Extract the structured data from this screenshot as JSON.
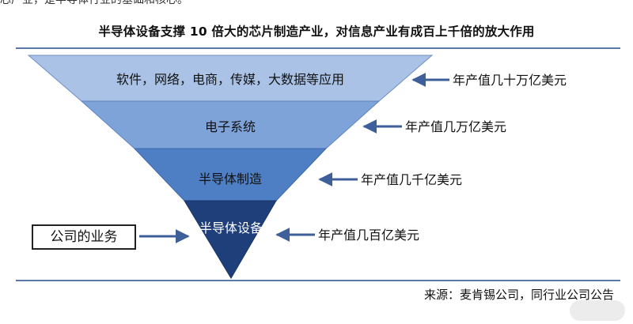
{
  "top_fragment": "芯产业，是半导体行业的基础和核心。",
  "title": "半导体设备支撑 10 倍大的芯片制造产业，对信息产业有成百上千倍的放大作用",
  "tiers": [
    {
      "label": "软件，网络，电商，传媒，大数据等应用",
      "value": "年产值几十万亿美元",
      "color": "#a9c2e6"
    },
    {
      "label": "电子系统",
      "value": "年产值几万亿美元",
      "color": "#7ea3d9"
    },
    {
      "label": "半导体制造",
      "value": "年产值几千亿美元",
      "color": "#4e7fc4"
    },
    {
      "label": "半导体设备",
      "value": "年产值几百亿美元",
      "color": "#1f3f7a"
    }
  ],
  "company_box": "公司的业务",
  "source": "来源：麦肯锡公司，同行业公司公告",
  "arrow_color": "#3f5f9a"
}
